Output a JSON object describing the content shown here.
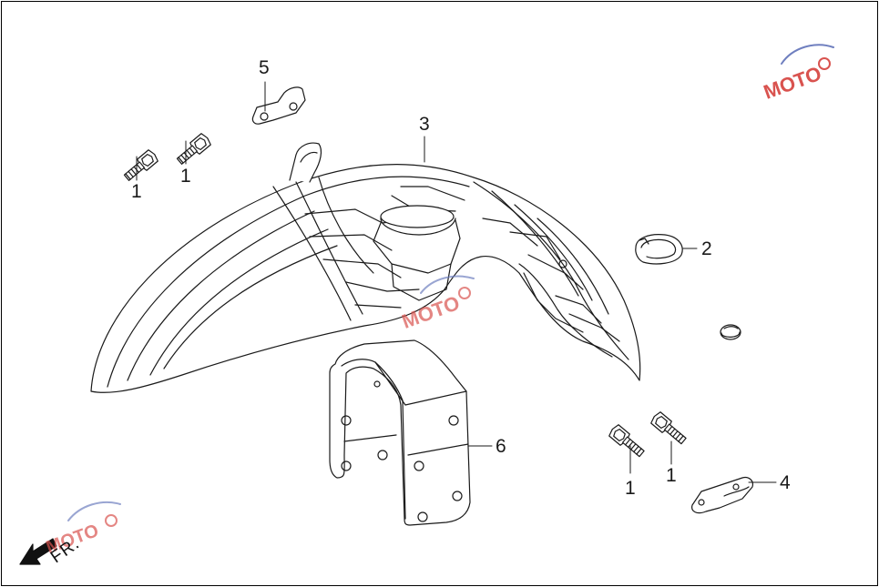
{
  "callouts": {
    "bolt_a": "1",
    "bolt_b": "1",
    "bolt_c": "1",
    "bolt_d": "1",
    "grommet": "2",
    "fender": "3",
    "bracket_small": "4",
    "bracket_top": "5",
    "fender_stay": "6"
  },
  "direction": {
    "label": "FR."
  },
  "colors": {
    "line": "#1a1a1a",
    "fill": "#ffffff",
    "watermark_red": "#d9534f",
    "watermark_blue": "#6f7fbf"
  }
}
